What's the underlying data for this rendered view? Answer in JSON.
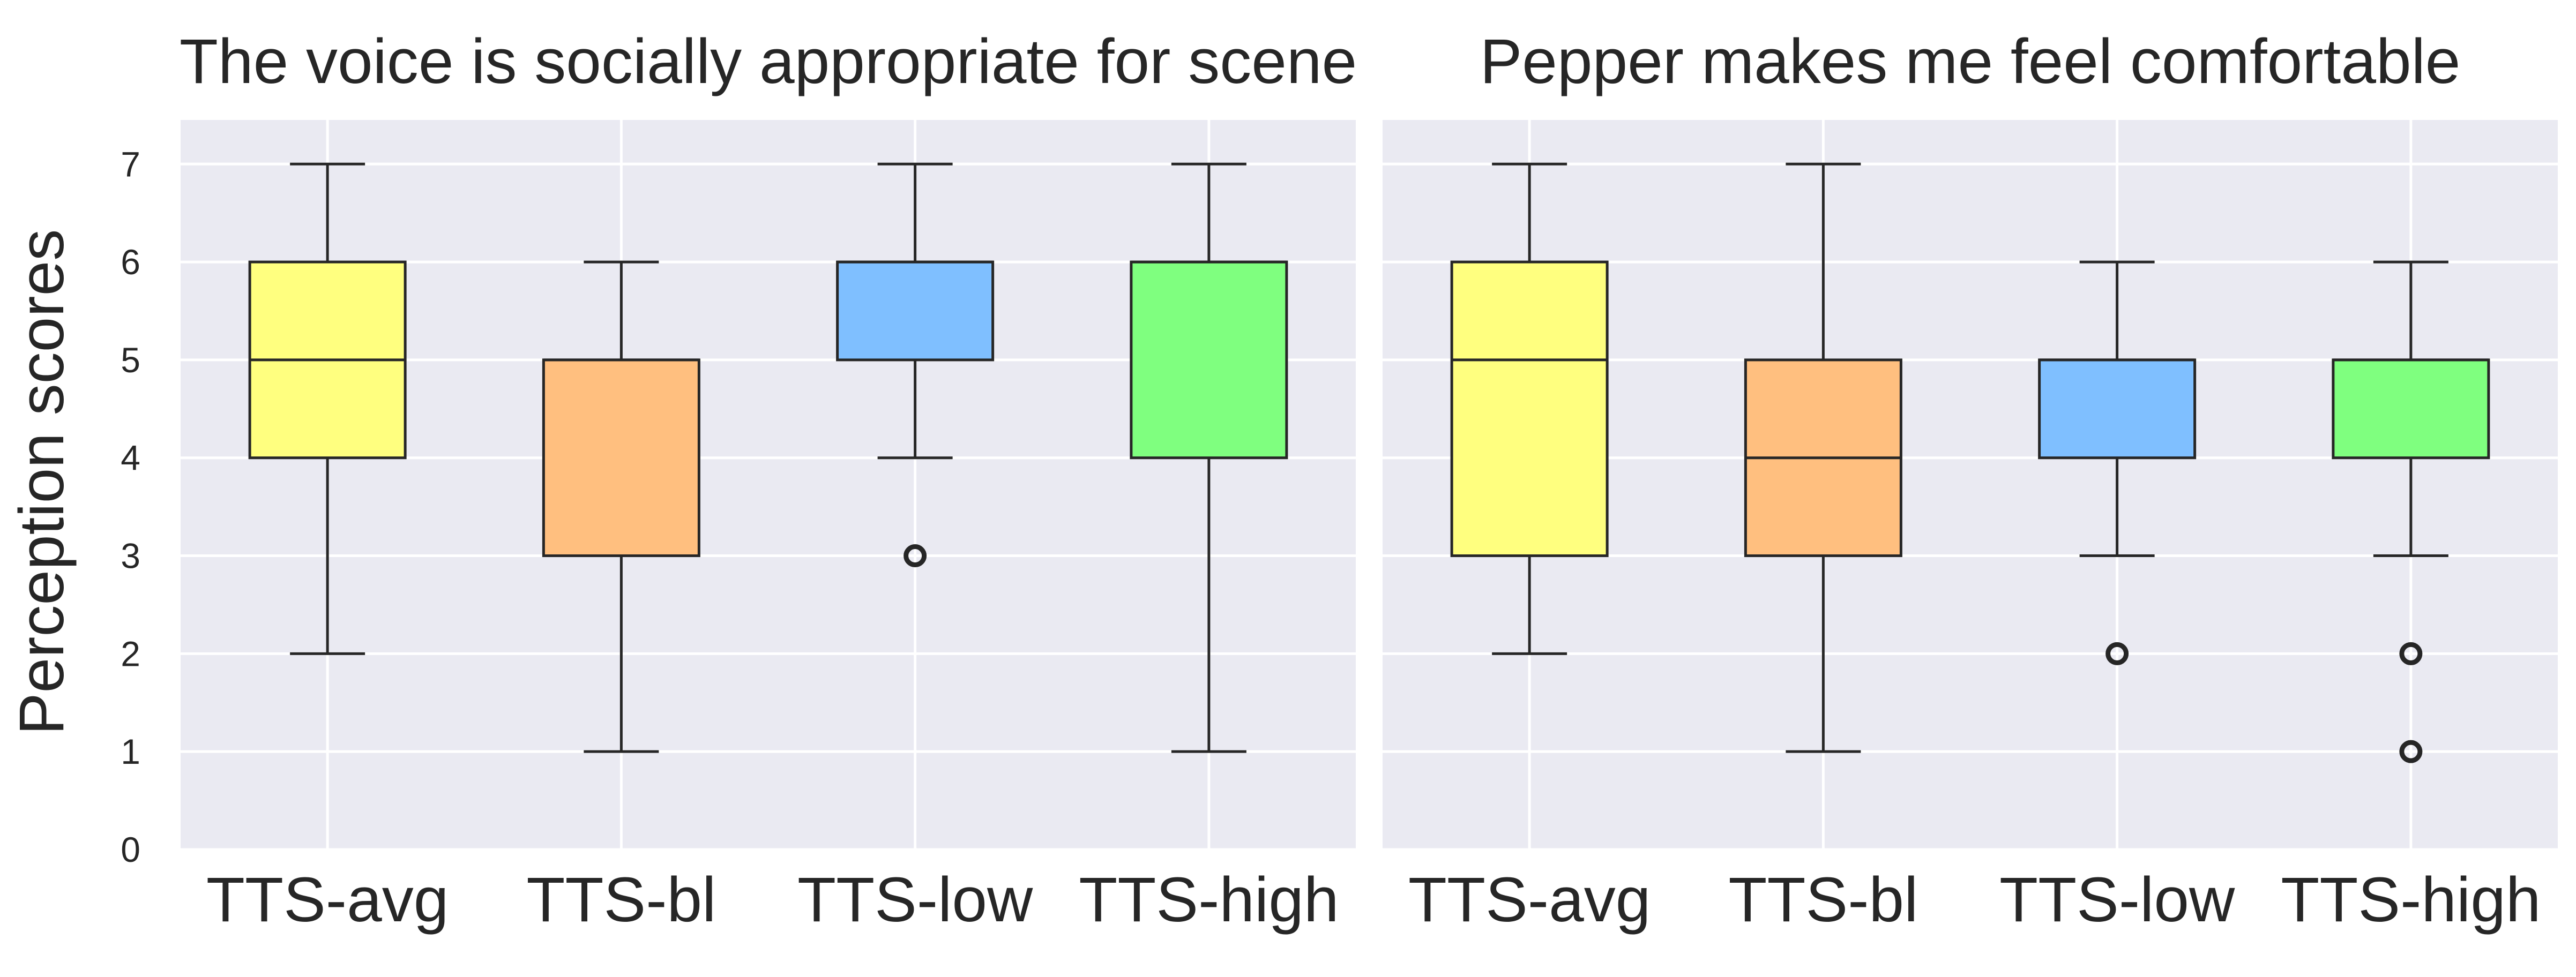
{
  "ylabel": "Perception scores",
  "chart_data": [
    {
      "type": "box",
      "title": "The voice is socially appropriate for scene",
      "categories": [
        "TTS-avg",
        "TTS-bl",
        "TTS-low",
        "TTS-high"
      ],
      "colors": [
        "#ffff7f",
        "#ffbf7f",
        "#7fbfff",
        "#7fff7f"
      ],
      "boxes": [
        {
          "whislo": 2,
          "q1": 4,
          "med": 5,
          "q3": 6,
          "whishi": 7,
          "fliers": []
        },
        {
          "whislo": 1,
          "q1": 3,
          "med": 5,
          "q3": 5,
          "whishi": 6,
          "fliers": []
        },
        {
          "whislo": 4,
          "q1": 5,
          "med": 6,
          "q3": 6,
          "whishi": 7,
          "fliers": [
            3
          ]
        },
        {
          "whislo": 1,
          "q1": 4,
          "med": 6,
          "q3": 6,
          "whishi": 7,
          "fliers": []
        }
      ],
      "ylim": [
        0,
        7.45
      ],
      "yticks": [
        0,
        1,
        2,
        3,
        4,
        5,
        6,
        7
      ],
      "grid": true
    },
    {
      "type": "box",
      "title": "Pepper makes me feel comfortable",
      "categories": [
        "TTS-avg",
        "TTS-bl",
        "TTS-low",
        "TTS-high"
      ],
      "colors": [
        "#ffff7f",
        "#ffbf7f",
        "#7fbfff",
        "#7fff7f"
      ],
      "boxes": [
        {
          "whislo": 2,
          "q1": 3,
          "med": 5,
          "q3": 6,
          "whishi": 7,
          "fliers": []
        },
        {
          "whislo": 1,
          "q1": 3,
          "med": 4,
          "q3": 5,
          "whishi": 7,
          "fliers": []
        },
        {
          "whislo": 3,
          "q1": 4,
          "med": 5,
          "q3": 5,
          "whishi": 6,
          "fliers": [
            2
          ]
        },
        {
          "whislo": 3,
          "q1": 4,
          "med": 5,
          "q3": 5,
          "whishi": 6,
          "fliers": [
            2,
            1
          ]
        }
      ],
      "ylim": [
        0,
        7.45
      ],
      "yticks": [
        0,
        1,
        2,
        3,
        4,
        5,
        6,
        7
      ],
      "grid": true
    }
  ]
}
